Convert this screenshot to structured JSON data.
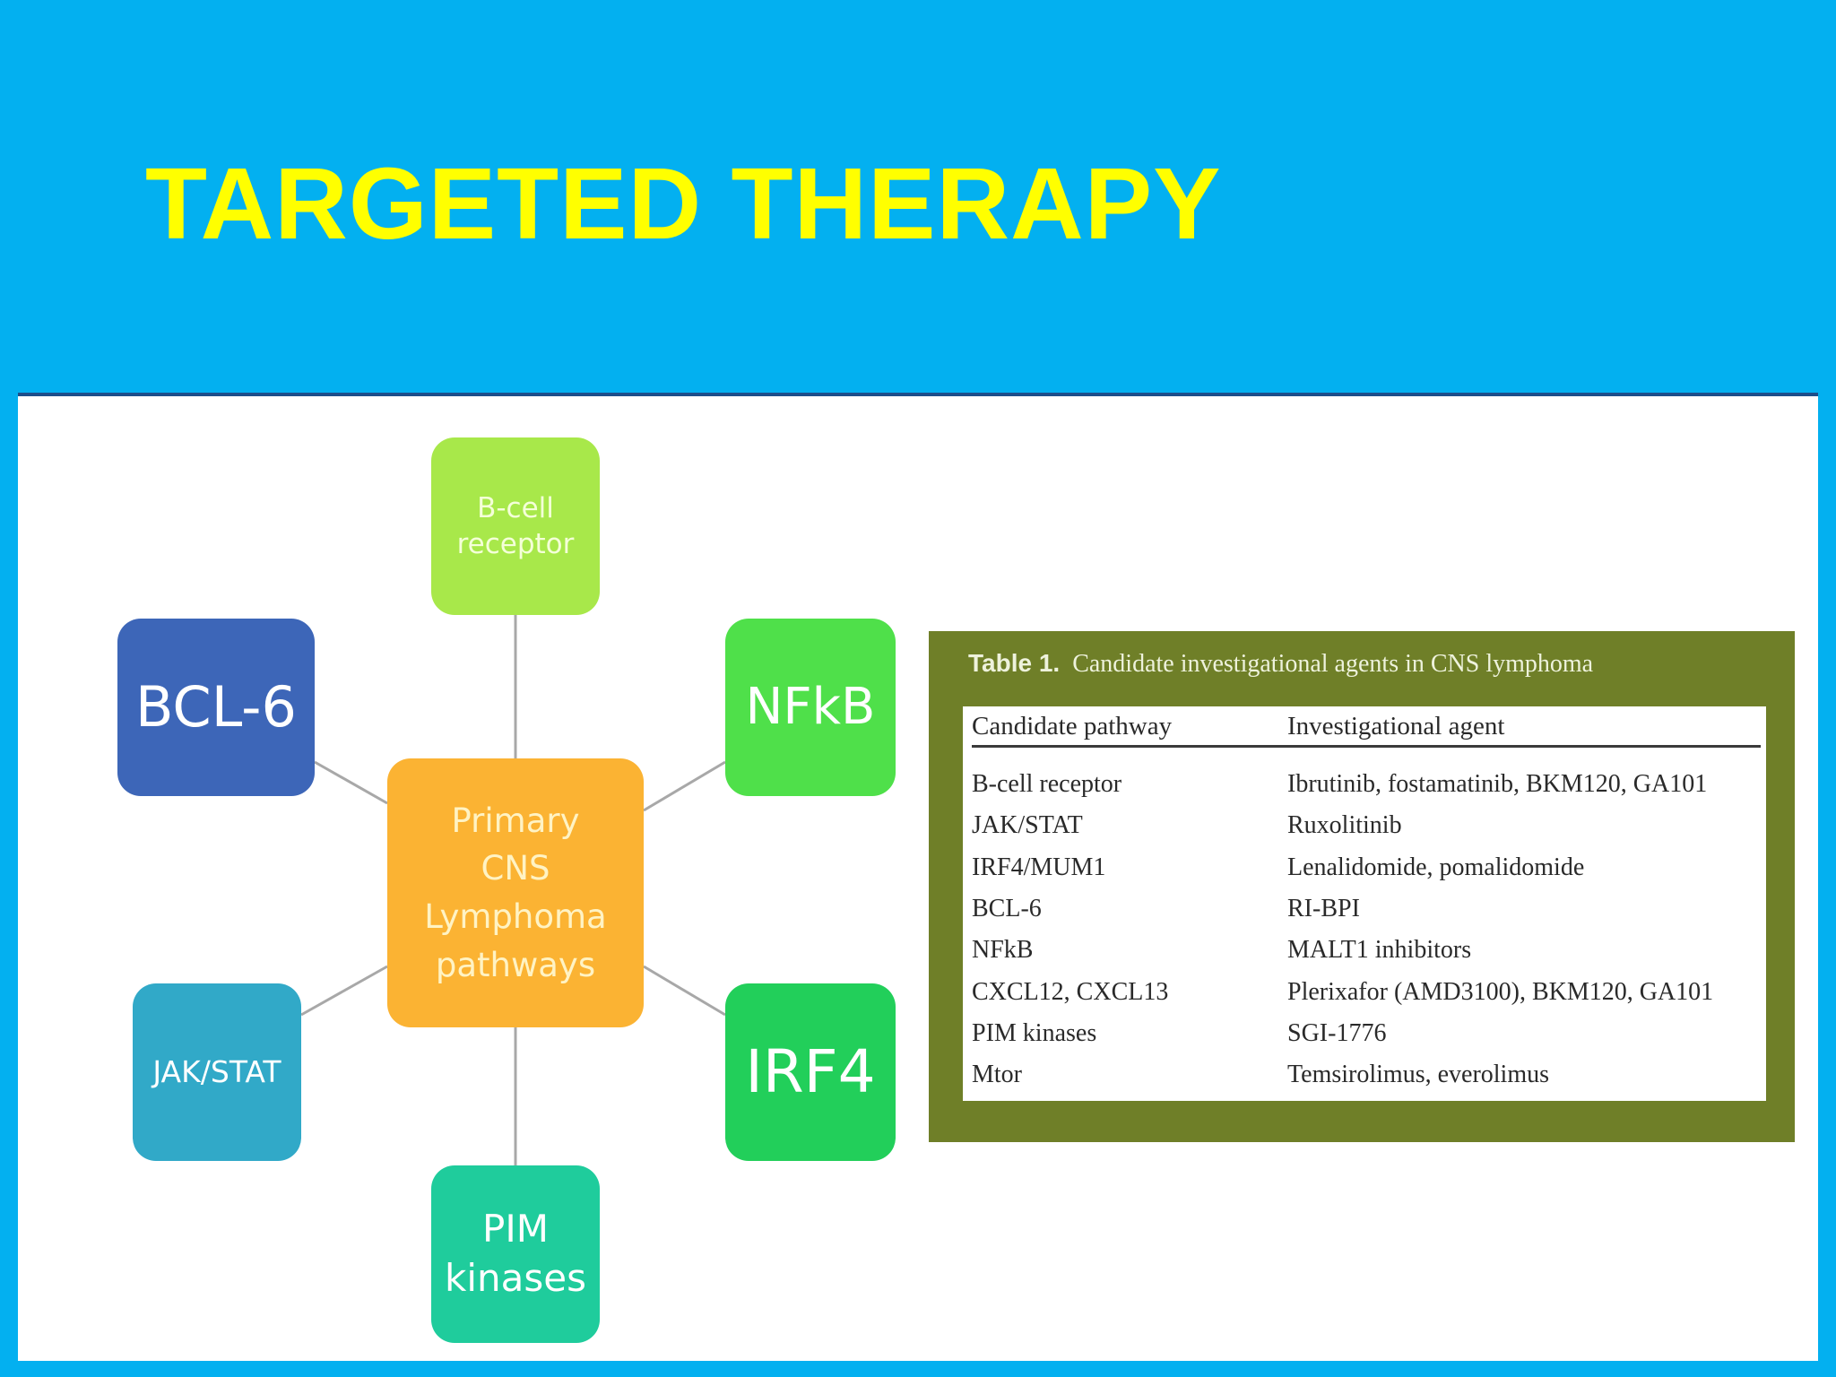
{
  "slide": {
    "title": "TARGETED THERAPY"
  },
  "colors": {
    "background": "#03b0f0",
    "title": "#ffff00",
    "panel": "#ffffff",
    "table_frame": "#6f7f28"
  },
  "diagram": {
    "center": {
      "label": "Primary\nCNS\nLymphoma\npathways",
      "color": "#fbb333"
    },
    "nodes": [
      {
        "id": "b-cell-receptor",
        "label": "B-cell\nreceptor",
        "color": "#a8e84a"
      },
      {
        "id": "bcl6",
        "label": "BCL-6",
        "color": "#3d66b8"
      },
      {
        "id": "nfkb",
        "label": "NFkB",
        "color": "#4fe04a"
      },
      {
        "id": "jak-stat",
        "label": "JAK/STAT",
        "color": "#31a9c8"
      },
      {
        "id": "irf4",
        "label": "IRF4",
        "color": "#22cf5a"
      },
      {
        "id": "pim-kinases",
        "label": "PIM\nkinases",
        "color": "#1fcc9c"
      }
    ]
  },
  "table": {
    "caption_label": "Table 1.",
    "caption_text": "Candidate investigational agents in CNS lymphoma",
    "headers": [
      "Candidate pathway",
      "Investigational agent"
    ],
    "rows": [
      [
        "B-cell receptor",
        "Ibrutinib, fostamatinib, BKM120, GA101"
      ],
      [
        "JAK/STAT",
        "Ruxolitinib"
      ],
      [
        "IRF4/MUM1",
        "Lenalidomide, pomalidomide"
      ],
      [
        "BCL-6",
        "RI-BPI"
      ],
      [
        "NFkB",
        "MALT1 inhibitors"
      ],
      [
        "CXCL12, CXCL13",
        "Plerixafor (AMD3100), BKM120, GA101"
      ],
      [
        "PIM kinases",
        "SGI-1776"
      ],
      [
        "Mtor",
        "Temsirolimus, everolimus"
      ]
    ]
  }
}
